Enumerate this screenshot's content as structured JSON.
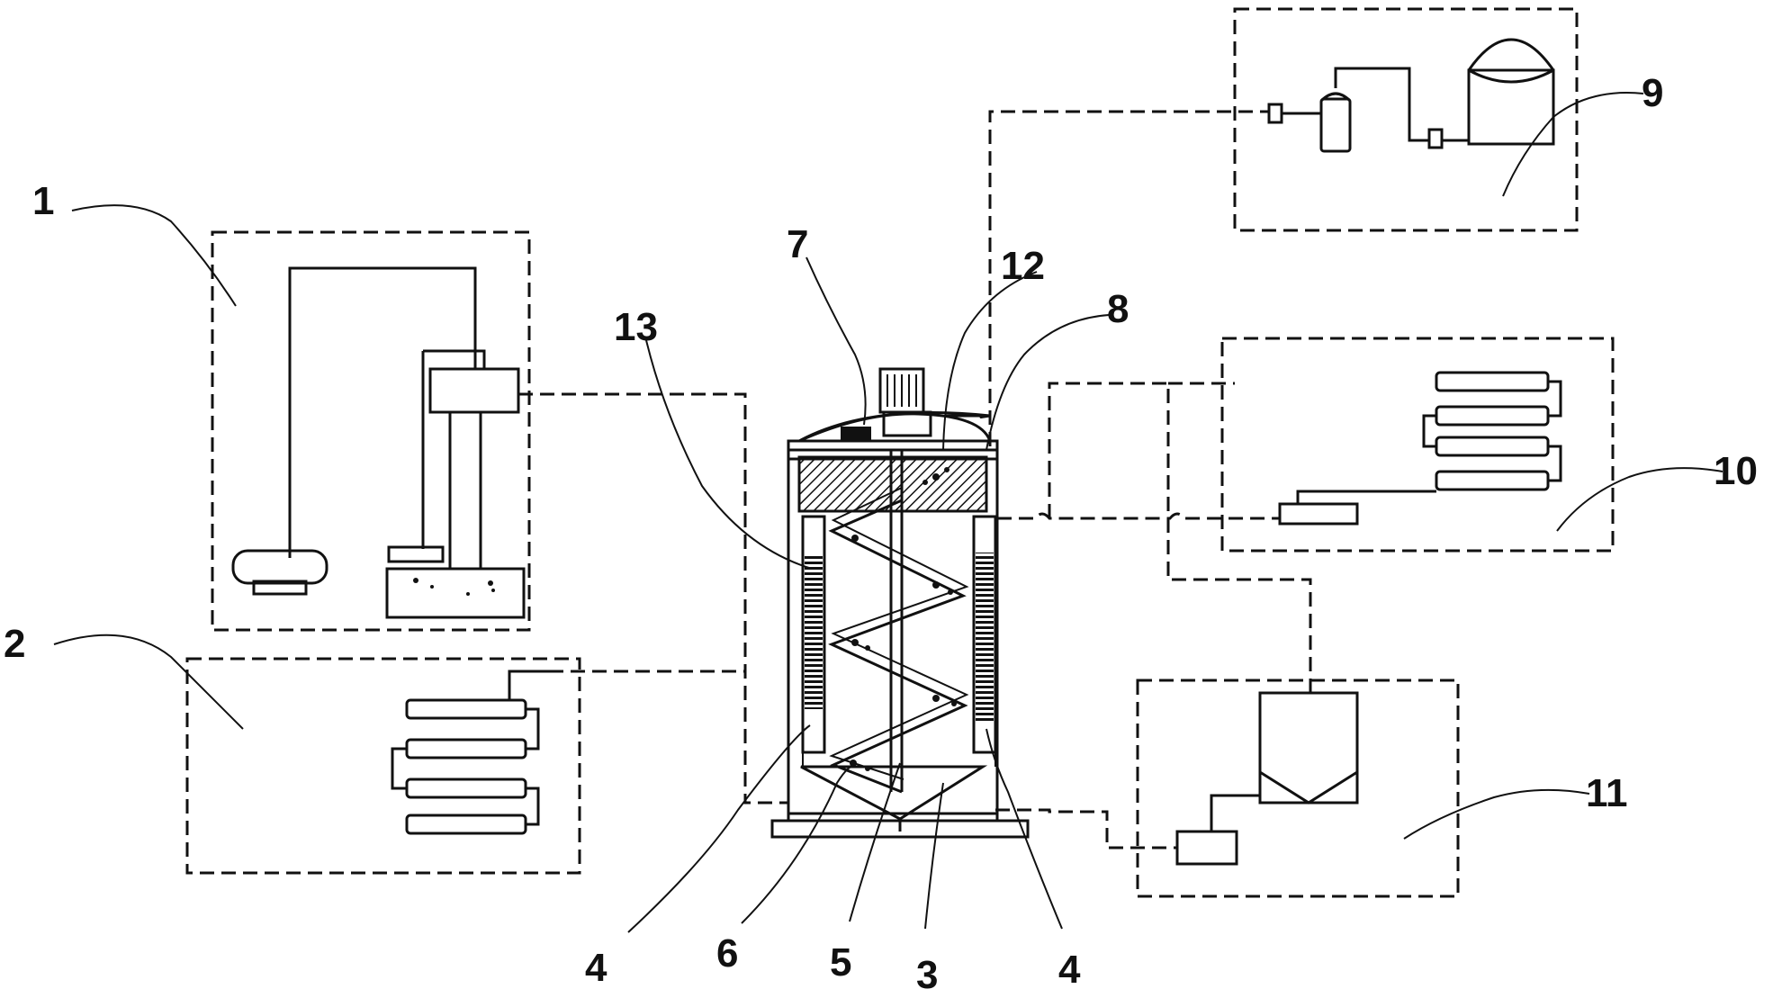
{
  "labels": {
    "l1": "1",
    "l2": "2",
    "l3": "3",
    "l4a": "4",
    "l4b": "4",
    "l5": "5",
    "l6": "6",
    "l7": "7",
    "l8": "8",
    "l9": "9",
    "l10": "10",
    "l11": "11",
    "l12": "12",
    "l13": "13"
  }
}
